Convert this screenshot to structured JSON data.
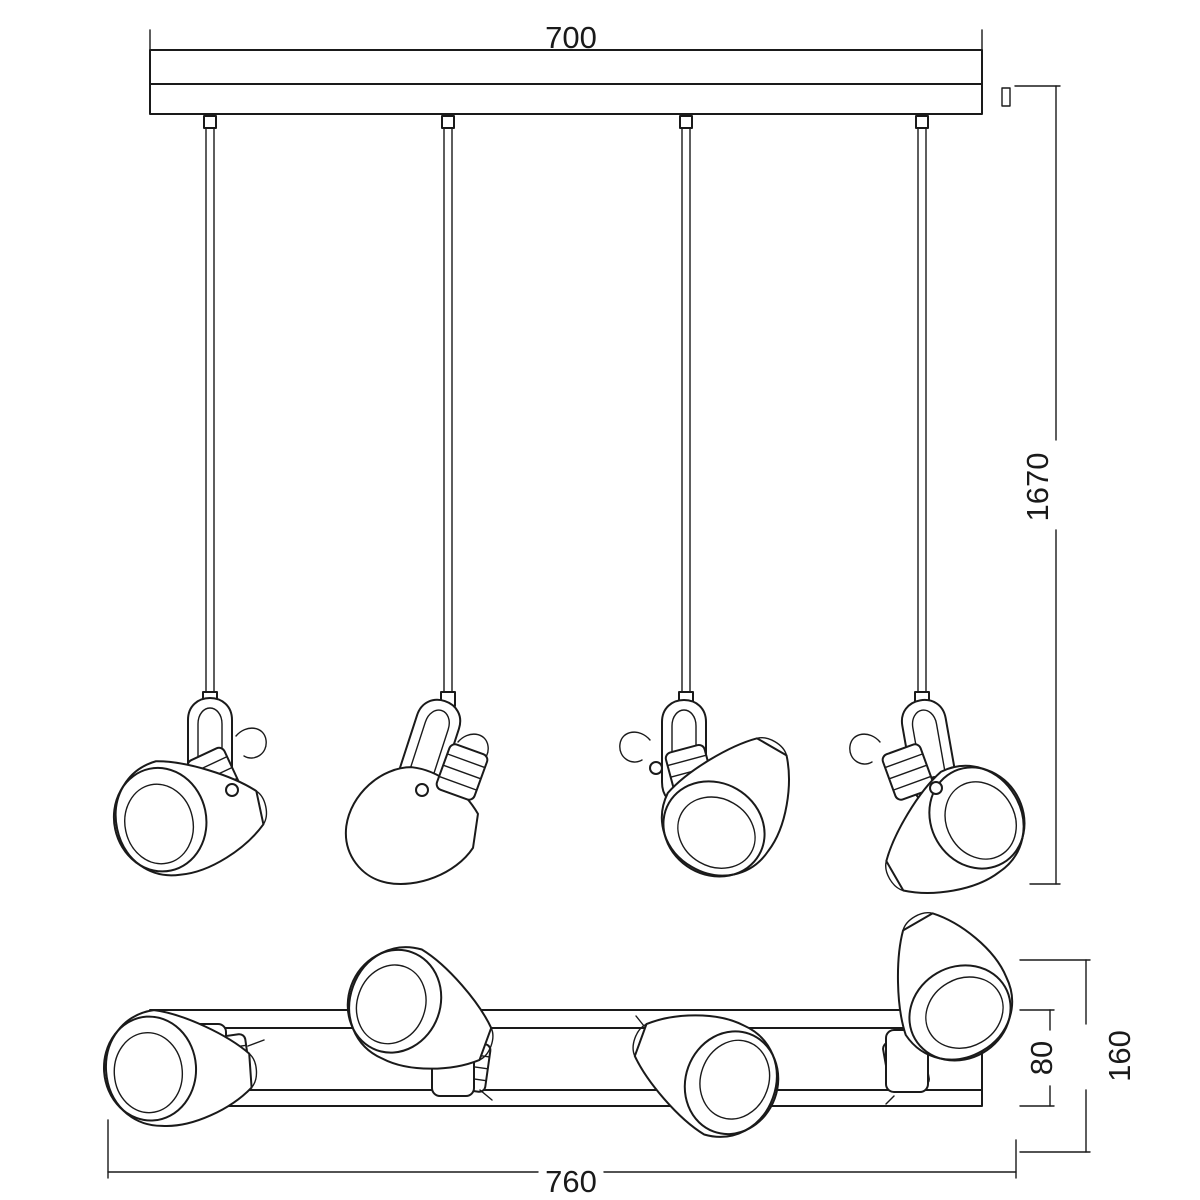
{
  "dimensions": {
    "canopy_width": "700",
    "total_height": "1670",
    "base_length": "760",
    "base_depth": "160",
    "bar_depth": "80"
  },
  "colors": {
    "line": "#1a1a1a",
    "background": "#ffffff"
  }
}
